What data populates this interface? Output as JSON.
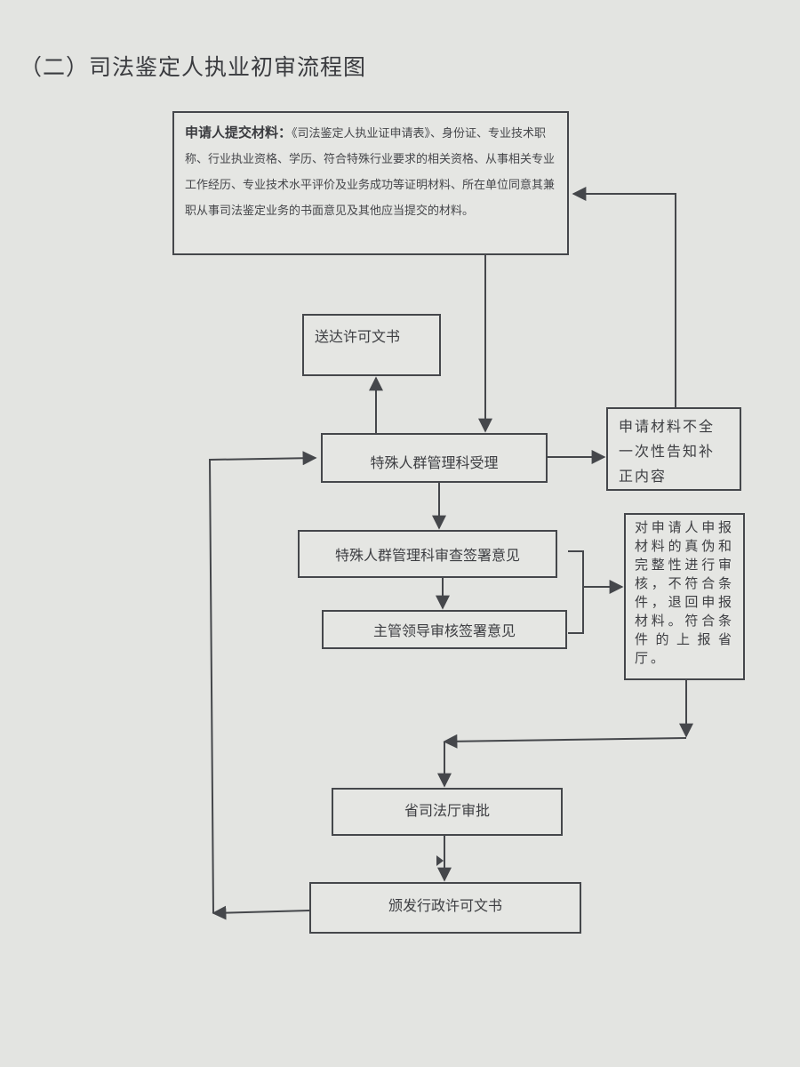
{
  "title": "（二）司法鉴定人执业初审流程图",
  "nodes": {
    "submit_materials": {
      "lead": "申请人提交材料：",
      "text": "《司法鉴定人执业证申请表》、身份证、专业技术职称、行业执业资格、学历、符合特殊行业要求的相关资格、从事相关专业工作经历、专业技术水平评价及业务成功等证明材料、所在单位同意其兼职从事司法鉴定业务的书面意见及其他应当提交的材料。"
    },
    "deliver_permit": "送达许可文书",
    "accept": "特殊人群管理科受理",
    "notify_incomplete": "申请材料不全一次性告知补正内容",
    "section_review": "特殊人群管理科审查签署意见",
    "leader_review": "主管领导审核签署意见",
    "verify_materials": "对申请人申报材料的真伪和完整性进行审核，不符合条件，退回申报材料。符合条件的上报省厅。",
    "province_approval": "省司法厅审批",
    "issue_permit": "颁发行政许可文书"
  },
  "colors": {
    "background": "#e3e4e1",
    "line": "#45474b",
    "text": "#3a3b3f"
  }
}
